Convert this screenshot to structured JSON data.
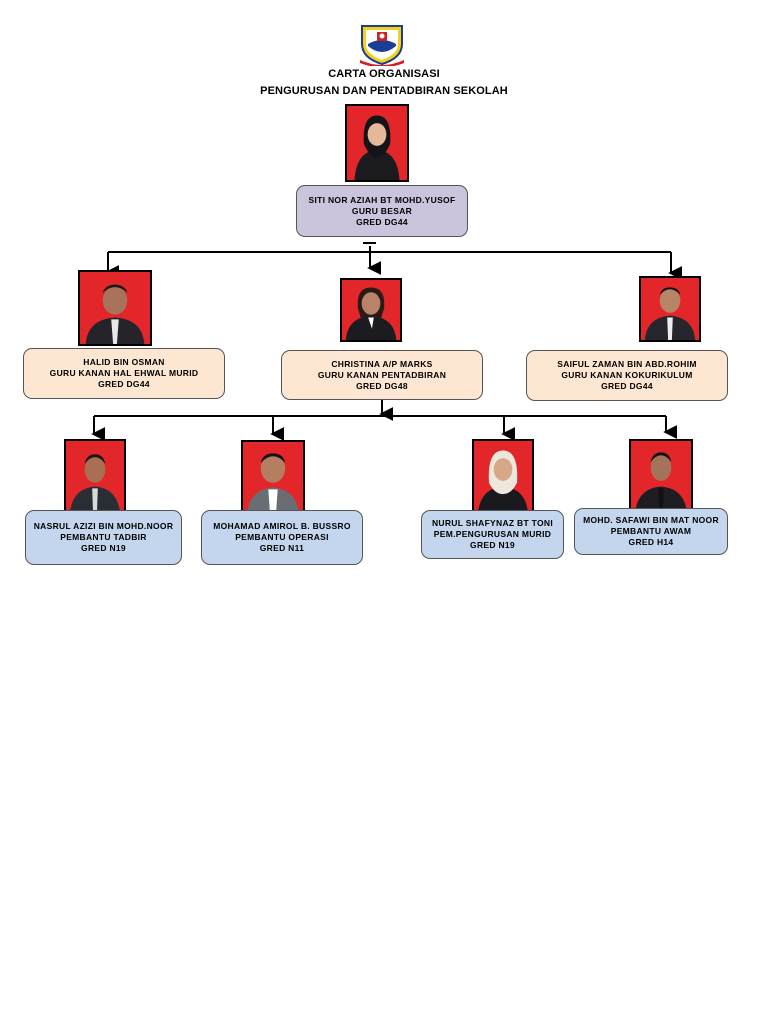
{
  "header": {
    "title_line1": "CARTA ORGANISASI",
    "title_line2": "PENGURUSAN DAN PENTADBIRAN SEKOLAH"
  },
  "colors": {
    "head_card": "#cbc4dd",
    "senior_card": "#fde7d2",
    "staff_card": "#c4d6ee",
    "photo_background": "#e3262a",
    "connector": "#000000"
  },
  "head": {
    "name": "SITI NOR AZIAH BT MOHD.YUSOF",
    "role": "GURU BESAR",
    "grade": "GRED DG44"
  },
  "seniors": [
    {
      "name": "HALID BIN OSMAN",
      "role": "GURU  KANAN HAL EHWAL MURID",
      "grade": "GRED DG44"
    },
    {
      "name": "CHRISTINA A/P MARKS",
      "role": "GURU KANAN PENTADBIRAN",
      "grade": "GRED DG48"
    },
    {
      "name": "SAIFUL ZAMAN BIN ABD.ROHIM",
      "role": "GURU KANAN KOKURIKULUM",
      "grade": "GRED DG44"
    }
  ],
  "staff": [
    {
      "name": "NASRUL AZIZI BIN MOHD.NOOR",
      "role": "PEMBANTU TADBIR",
      "grade": "GRED N19"
    },
    {
      "name": "MOHAMAD AMIROL B. BUSSRO",
      "role": "PEMBANTU OPERASI",
      "grade": "GRED N11"
    },
    {
      "name": "NURUL SHAFYNAZ BT TONI",
      "role": "PEM.PENGURUSAN MURID",
      "grade": "GRED N19"
    },
    {
      "name": "MOHD. SAFAWI BIN MAT NOOR",
      "role": "PEMBANTU AWAM",
      "grade": "GRED H14"
    }
  ]
}
